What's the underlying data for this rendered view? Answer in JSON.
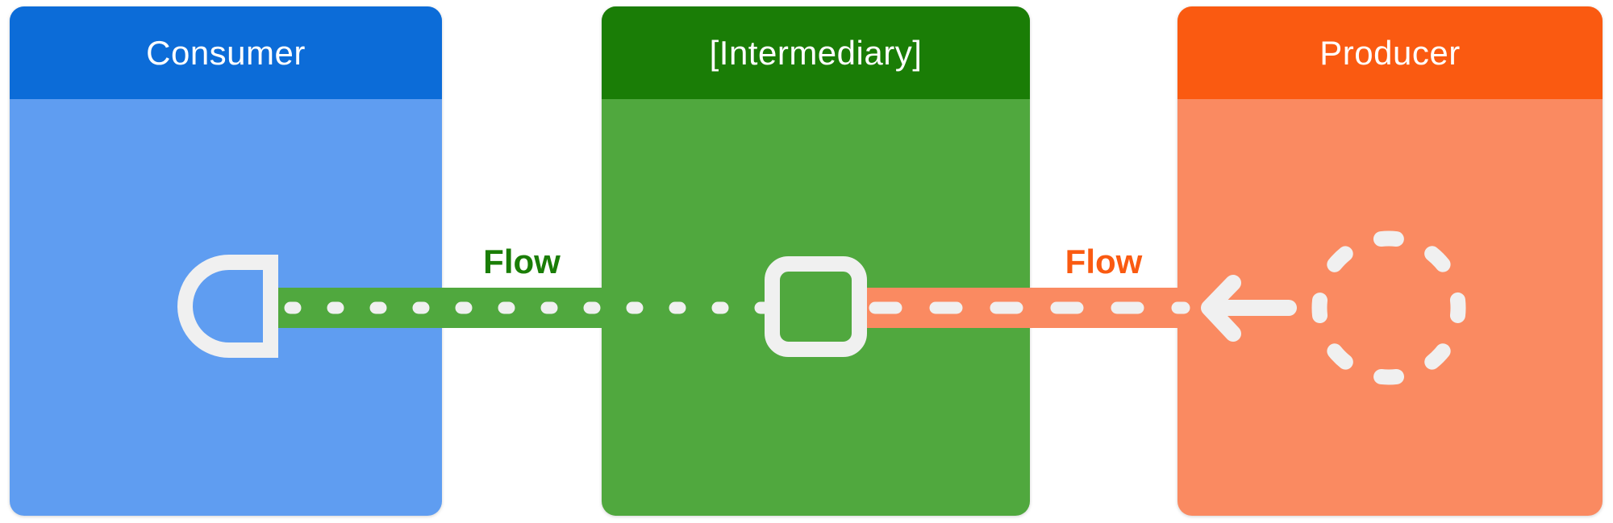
{
  "nodes": [
    {
      "title": "Consumer"
    },
    {
      "title": "[Intermediary]"
    },
    {
      "title": "Producer"
    }
  ],
  "edges": [
    {
      "label": "Flow",
      "pattern": "dotted",
      "from": "[Intermediary]",
      "to": "Consumer"
    },
    {
      "label": "Flow",
      "pattern": "dashed",
      "from": "Producer",
      "to": "[Intermediary]"
    }
  ],
  "icons": {
    "consumer_port": "socket-icon",
    "intermediary_port": "rounded-square-icon",
    "producer_flow_arrow": "left-arrow-icon",
    "producer_source": "dashed-circle-icon"
  },
  "colors": {
    "background": "#ffffff",
    "consumer_header": "#0c6cd8",
    "consumer_body": "#5f9df1",
    "intermediary_header": "#1a7d06",
    "intermediary_body": "#50a83e",
    "producer_header": "#fa5a11",
    "producer_body": "#fa8a61",
    "flow_band_green": "#50a83e",
    "flow_band_orange": "#fa8a61",
    "flow_label_green": "#1a7d06",
    "flow_label_orange": "#fa5a11",
    "connector": "#f0f0f0",
    "title_text": "#ffffff"
  }
}
